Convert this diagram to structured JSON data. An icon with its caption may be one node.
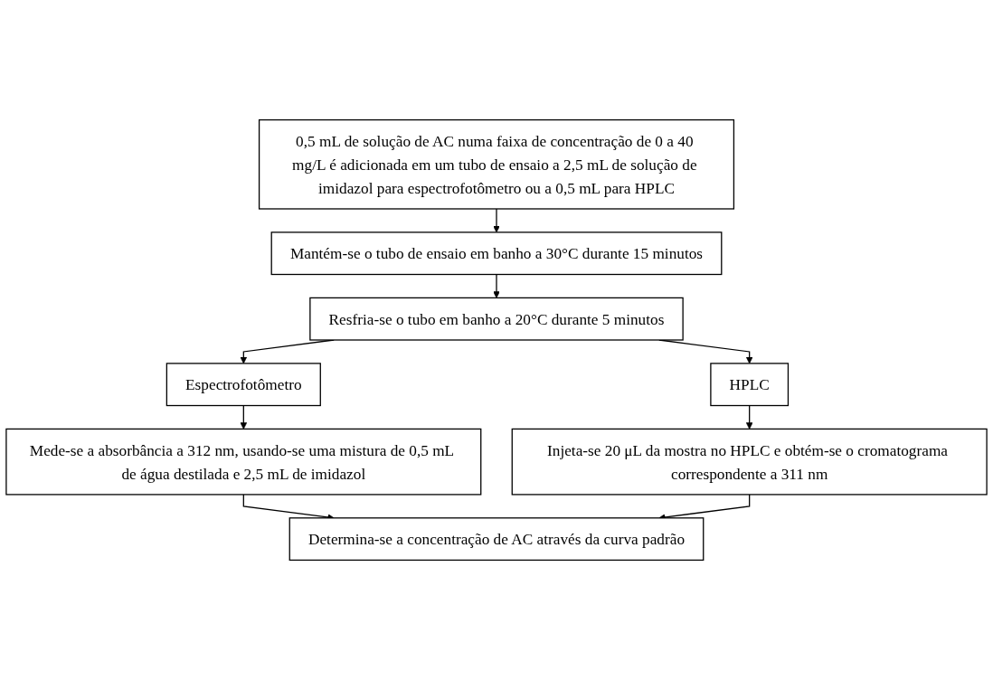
{
  "diagram": {
    "nodes": [
      {
        "text": [
          "0,5 mL de solução de AC numa faixa de concentração de 0 a 40 mg/L é adicionada em um tubo de ensaio a 2,5 mL de solução de imidazol para espectrofotômetro ou a 0,5 mL para HPLC"
        ]
      },
      {
        "text": [
          "Mantém-se o tubo de ensaio em banho a 30°C durante 15 minutos"
        ]
      },
      {
        "text": [
          "Resfria-se o tubo em banho a 20°C durante 5 minutos"
        ]
      },
      {
        "text": [
          "Espectrofotômetro"
        ]
      },
      {
        "text": [
          "HPLC"
        ]
      },
      {
        "text": [
          "Mede-se a absorbância a 312 nm, usando-se uma mistura de 0,5 mL de água destilada e 2,5 mL de imidazol"
        ]
      },
      {
        "text": [
          "Injeta-se 20 μL da mostra no HPLC e obtém-se o cromatograma correspondente a 311 nm"
        ]
      },
      {
        "text": [
          "Determina-se a concentração de AC através da curva padrão"
        ]
      }
    ],
    "edges": [
      {
        "from": 0,
        "to": 1,
        "arrow": "to"
      },
      {
        "from": 1,
        "to": 2,
        "arrow": "to"
      },
      {
        "from": 2,
        "to": 3,
        "arrow": "to"
      },
      {
        "from": 2,
        "to": 4,
        "arrow": "to"
      },
      {
        "from": 3,
        "to": 5,
        "arrow": "to"
      },
      {
        "from": 4,
        "to": 6,
        "arrow": "to"
      },
      {
        "from": 5,
        "to": 7,
        "arrow": "to"
      },
      {
        "from": 6,
        "to": 7,
        "arrow": "to"
      }
    ]
  }
}
